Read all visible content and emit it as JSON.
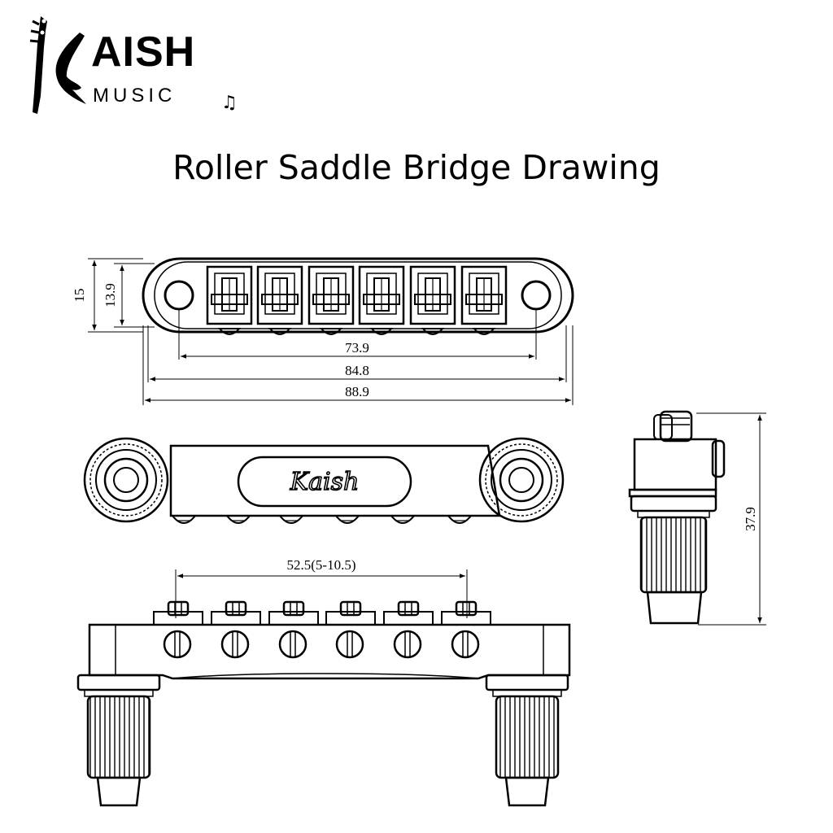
{
  "logo": {
    "name": "AISH",
    "sub": "MUSIC",
    "note": "♫",
    "icon": "guitar-k-icon"
  },
  "title": "Roller Saddle Bridge Drawing",
  "brand_plate": "Kaish",
  "dimensions": {
    "height_outer": "15",
    "height_inner": "13.9",
    "post_spacing": "73.9",
    "body_length": "84.8",
    "total_length": "88.9",
    "string_spacing": "52.5(5-10.5)",
    "total_height": "37.9"
  },
  "colors": {
    "line": "#000000",
    "background": "#ffffff"
  }
}
